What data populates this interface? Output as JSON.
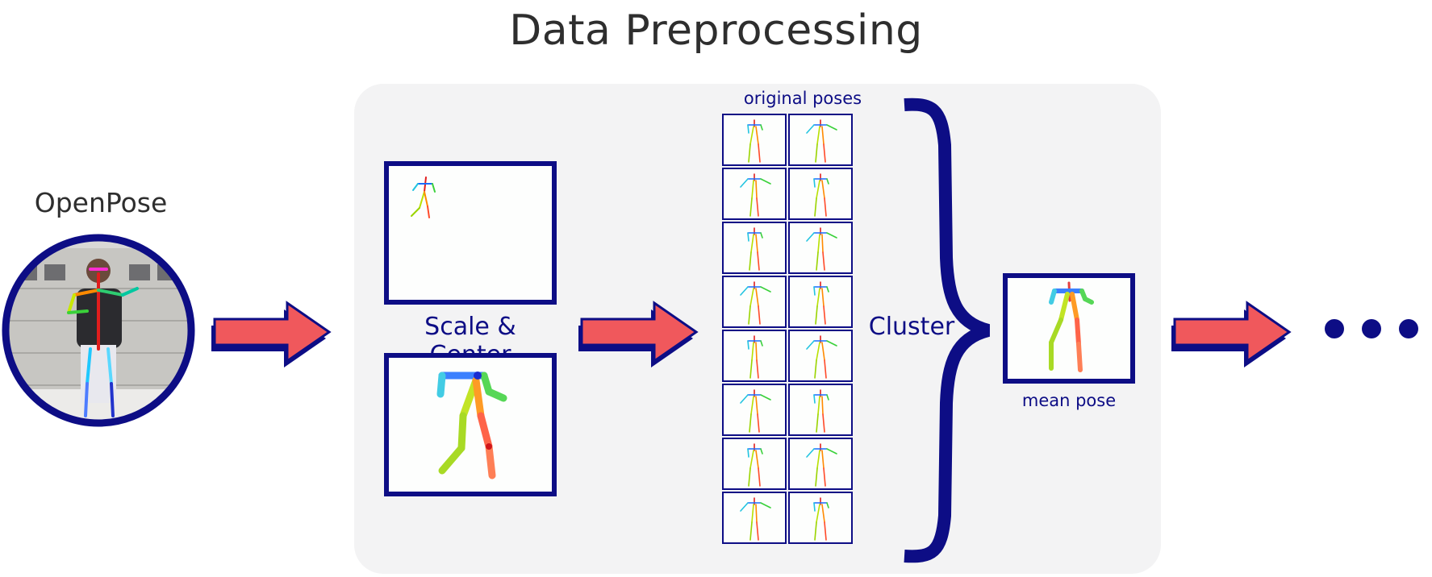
{
  "title": "Data Preprocessing",
  "openpose": {
    "label": "OpenPose"
  },
  "scale_center": {
    "label": "Scale & Center"
  },
  "original_poses": {
    "label": "original poses",
    "rows": 8,
    "cols": 2
  },
  "cluster": {
    "label": "Cluster"
  },
  "mean_pose": {
    "label": "mean pose"
  },
  "colors": {
    "navy": "#0d0d85",
    "arrow_fill": "#f0585c",
    "arrow_shadow": "#0d0d85",
    "panel_bg": "#f3f3f4",
    "title_text": "#2e2e2e"
  },
  "icons": [
    "arrow-right-icon",
    "ellipsis-dots-icon",
    "curly-brace-icon",
    "skeleton-icon"
  ]
}
